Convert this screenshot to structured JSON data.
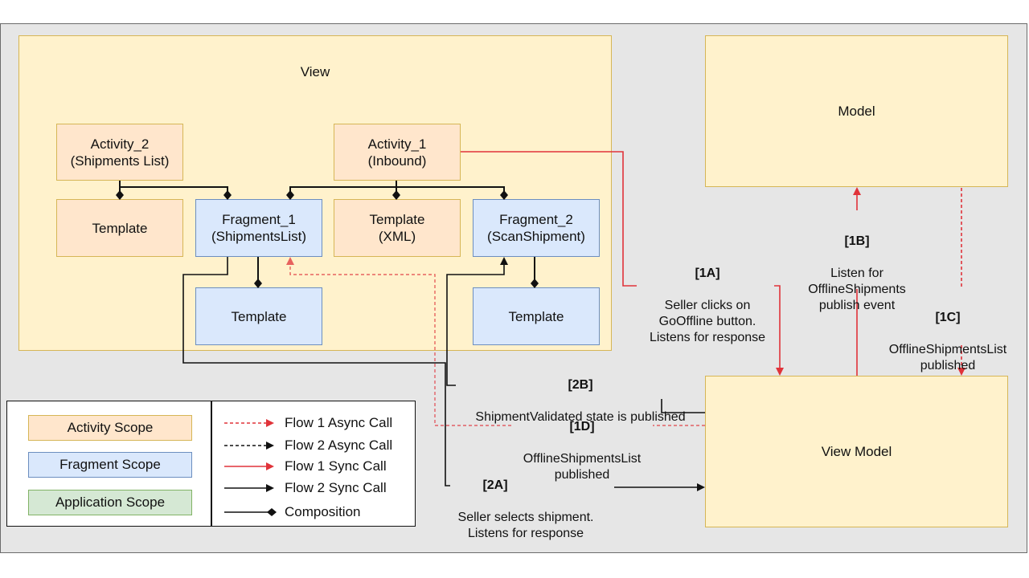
{
  "diagram": {
    "view": {
      "title": "View"
    },
    "model": {
      "title": "Model"
    },
    "view_model": {
      "title": "View Model"
    },
    "nodes": {
      "activity_2": {
        "name": "Activity_2",
        "sub": "(Shipments List)",
        "scope": "activity"
      },
      "activity_1": {
        "name": "Activity_1",
        "sub": "(Inbound)",
        "scope": "activity"
      },
      "template_a2": {
        "name": "Template",
        "scope": "activity"
      },
      "fragment_1": {
        "name": "Fragment_1",
        "sub": "(ShipmentsList)",
        "scope": "fragment"
      },
      "template_xml": {
        "name": "Template",
        "sub": "(XML)",
        "scope": "activity"
      },
      "fragment_2": {
        "name": "Fragment_2",
        "sub": "(ScanShipment)",
        "scope": "fragment"
      },
      "template_f1": {
        "name": "Template",
        "scope": "fragment"
      },
      "template_f2": {
        "name": "Template",
        "scope": "fragment"
      }
    },
    "flows": {
      "f1a": {
        "tag": "[1A]",
        "text": "Seller clicks on\nGoOffline button.\nListens for response"
      },
      "f1b": {
        "tag": "[1B]",
        "text": "Listen for\nOfflineShipments\npublish event"
      },
      "f1c": {
        "tag": "[1C]",
        "text": "OfflineShipmentsList\npublished"
      },
      "f1d": {
        "tag": "[1D]",
        "text": "OfflineShipmentsList\npublished"
      },
      "f2a": {
        "tag": "[2A]",
        "text": "Seller selects shipment.\nListens for response"
      },
      "f2b": {
        "tag": "[2B]",
        "text": "ShipmentValidated state is published"
      }
    }
  },
  "legend": {
    "scopes": [
      {
        "label": "Activity Scope",
        "color": "#ffe6cc"
      },
      {
        "label": "Fragment Scope",
        "color": "#dae8fc"
      },
      {
        "label": "Application Scope",
        "color": "#d5e8d4"
      }
    ],
    "lines": [
      {
        "label": "Flow 1 Async Call",
        "style": "red-dashed-arrow"
      },
      {
        "label": "Flow 2 Async Call",
        "style": "black-dashed-arrow"
      },
      {
        "label": "Flow 1 Sync Call",
        "style": "red-solid-arrow"
      },
      {
        "label": "Flow 2 Sync Call",
        "style": "black-solid-arrow"
      },
      {
        "label": "Composition",
        "style": "black-diamond"
      }
    ]
  },
  "colors": {
    "flow1": "#e0333a",
    "flow2": "#111111",
    "activity_fill": "#ffe6cc",
    "fragment_fill": "#dae8fc",
    "application_fill": "#d5e8d4",
    "container_fill": "#fff2cc"
  }
}
